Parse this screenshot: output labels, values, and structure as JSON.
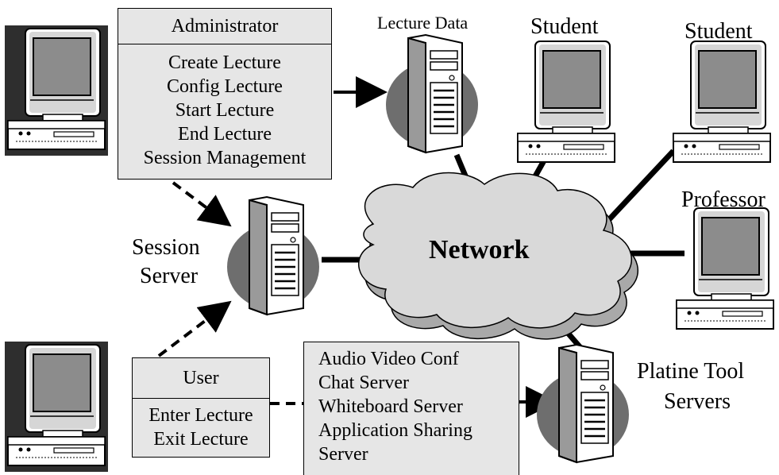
{
  "administrator": {
    "title": "Administrator",
    "items": [
      "Create Lecture",
      "Config Lecture",
      "Start Lecture",
      "End Lecture",
      "Session Management"
    ]
  },
  "user": {
    "title": "User",
    "items": [
      "Enter Lecture",
      "Exit Lecture"
    ]
  },
  "tools": {
    "items": [
      "Audio Video Conf",
      "Chat Server",
      "Whiteboard Server",
      "Application Sharing",
      "Server"
    ]
  },
  "labels": {
    "lecture_data": "Lecture Data",
    "student_1": "Student",
    "student_2": "Student",
    "professor": "Professor",
    "session_server_line1": "Session",
    "session_server_line2": "Server",
    "platine_line1": "Platine Tool",
    "platine_line2": "Servers",
    "network": "Network"
  }
}
